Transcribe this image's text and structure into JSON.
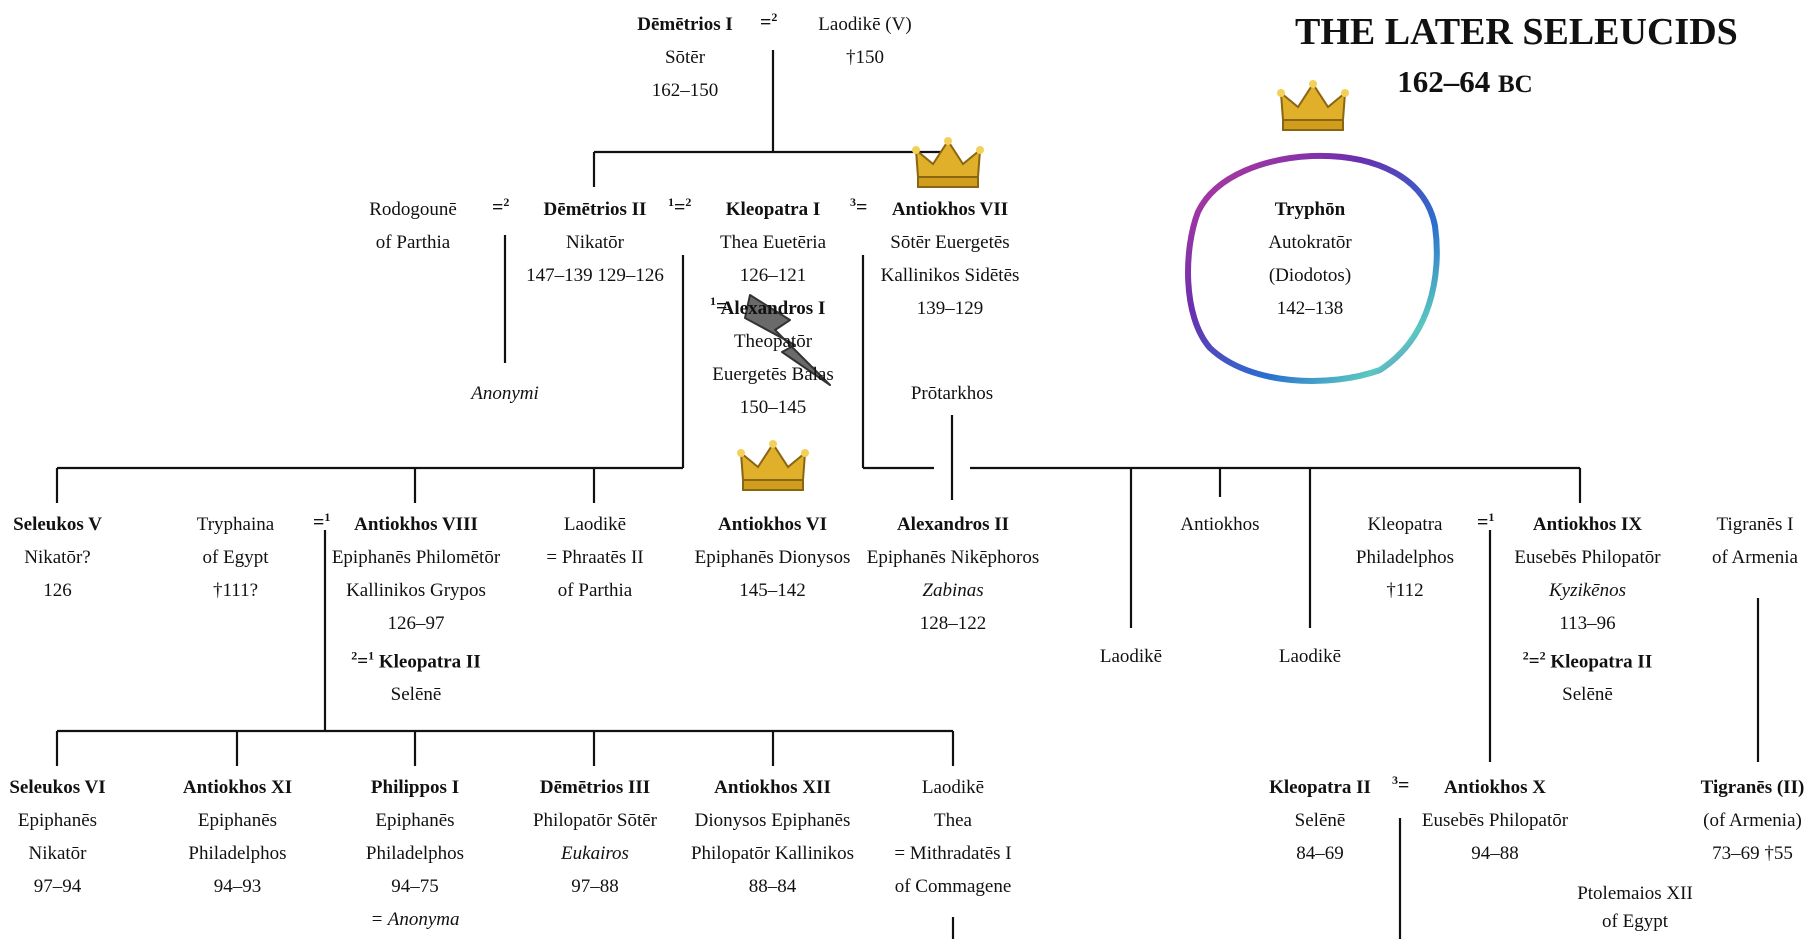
{
  "title": {
    "main": "THE LATER SELEUCIDS",
    "years": "162–64",
    "era": "BC"
  },
  "colors": {
    "line": "#111111",
    "crown": "#e0b02a",
    "bolt": "#666666"
  },
  "icons": [
    "crown-icon",
    "lightning-icon",
    "galaxy-ring"
  ],
  "people": {
    "demetrios1": [
      "Dēmētrios I",
      "Sōtēr",
      "162–150"
    ],
    "laodike5": [
      "Laodikē (V)",
      "†150"
    ],
    "rodogune": [
      "Rodogounē",
      "of Parthia"
    ],
    "demetrios2": [
      "Dēmētrios II",
      "Nikatōr",
      "147–139 129–126"
    ],
    "kleopatra1": [
      "Kleopatra I",
      "Thea Euetēria",
      "126–121"
    ],
    "alexandros1": [
      "Alexandros I",
      "Theopatōr",
      "Euergetēs Balas",
      "150–145"
    ],
    "antiokhos7": [
      "Antiokhos VII",
      "Sōtēr Euergetēs",
      "Kallinikos Sidētēs",
      "139–129"
    ],
    "tryphon": [
      "Tryphōn",
      "Autokratōr",
      "(Diodotos)",
      "142–138"
    ],
    "anonymi": "Anonymi",
    "protarkhos": "Prōtarkhos",
    "seleukos5": [
      "Seleukos V",
      "Nikatōr?",
      "126"
    ],
    "tryphaina": [
      "Tryphaina",
      "of Egypt",
      "†111?"
    ],
    "antiokhos8": [
      "Antiokhos VIII",
      "Epiphanēs Philomētōr",
      "Kallinikos Grypos",
      "126–97",
      "Kleopatra II",
      "Selēnē"
    ],
    "laodike_phr": [
      "Laodikē",
      "= Phraatēs II",
      "of Parthia"
    ],
    "antiokhos6": [
      "Antiokhos VI",
      "Epiphanēs Dionysos",
      "145–142"
    ],
    "alexandros2": [
      "Alexandros II",
      "Epiphanēs Nikēphoros",
      "Zabinas",
      "128–122"
    ],
    "antiokhos_x": "Antiokhos",
    "kleopatra_ph": [
      "Kleopatra",
      "Philadelphos",
      "†112"
    ],
    "antiokhos9": [
      "Antiokhos IX",
      "Eusebēs Philopatōr",
      "Kyzikēnos",
      "113–96",
      "Kleopatra II",
      "Selēnē"
    ],
    "tigranes1": [
      "Tigranēs I",
      "of Armenia"
    ],
    "laodike_a": "Laodikē",
    "laodike_b": "Laodikē",
    "seleukos6": [
      "Seleukos VI",
      "Epiphanēs",
      "Nikatōr",
      "97–94"
    ],
    "antiokhos11": [
      "Antiokhos XI",
      "Epiphanēs",
      "Philadelphos",
      "94–93"
    ],
    "philippos1": [
      "Philippos I",
      "Epiphanēs",
      "Philadelphos",
      "94–75",
      "= Anonyma"
    ],
    "demetrios3": [
      "Dēmētrios III",
      "Philopatōr Sōtēr",
      "Eukairos",
      "97–88"
    ],
    "antiokhos12": [
      "Antiokhos XII",
      "Dionysos Epiphanēs",
      "Philopatōr Kallinikos",
      "88–84"
    ],
    "laodike_thea": [
      "Laodikē",
      "Thea",
      "= Mithradatēs I",
      "of Commagene"
    ],
    "kleopatra2": [
      "Kleopatra II",
      "Selēnē",
      "84–69"
    ],
    "antiokhos10": [
      "Antiokhos X",
      "Eusebēs Philopatōr",
      "94–88"
    ],
    "tigranes2": [
      "Tigranēs (II)",
      "(of Armenia)",
      "73–69 †55"
    ],
    "ptolemaios12": [
      "Ptolemaios XII",
      "of Egypt"
    ]
  },
  "marriage_marks": {
    "d1": [
      "=",
      "2"
    ],
    "rod": [
      "=",
      "2"
    ],
    "d2": [
      "1",
      "=",
      "2"
    ],
    "a7": [
      "3",
      "="
    ],
    "a1": [
      "1",
      "="
    ],
    "tr": [
      "=",
      "1"
    ],
    "a8": [
      "2",
      "=",
      "1"
    ],
    "kp": [
      "=",
      "1"
    ],
    "a9": [
      "2",
      "=",
      "2"
    ],
    "k2": [
      "3",
      "="
    ]
  }
}
